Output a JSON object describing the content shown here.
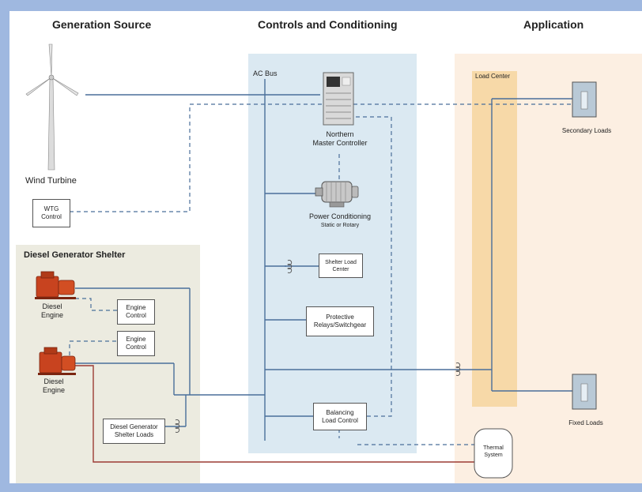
{
  "headers": {
    "generation": "Generation Source",
    "controls": "Controls and Conditioning",
    "application": "Application"
  },
  "zones": {
    "diesel_shelter": "Diesel Generator Shelter",
    "ac_bus": "AC Bus",
    "load_center": "Load Center"
  },
  "components": {
    "wind_turbine": "Wind Turbine",
    "wtg_control": [
      "WTG",
      "Control"
    ],
    "diesel_engine_1": [
      "Diesel",
      "Engine"
    ],
    "diesel_engine_2": [
      "Diesel",
      "Engine"
    ],
    "engine_control_1": [
      "Engine",
      "Control"
    ],
    "engine_control_2": [
      "Engine",
      "Control"
    ],
    "shelter_loads": [
      "Diesel Generator",
      "Shelter Loads"
    ],
    "master_controller": [
      "Northern",
      "Master Controller"
    ],
    "power_conditioning": "Power Conditioning",
    "power_conditioning_sub": "Static or Rotary",
    "shelter_load_center": [
      "Shelter Load",
      "Center"
    ],
    "protective_relays": [
      "Protective",
      "Relays/Switchgear"
    ],
    "balancing_load": [
      "Balancing",
      "Load Control"
    ],
    "thermal_system": [
      "Thermal",
      "System"
    ],
    "secondary_loads": "Secondary Loads",
    "fixed_loads": "Fixed Loads"
  },
  "colors": {
    "frame": "#9fb8e0",
    "canvas": "#ffffff",
    "shelter_bg": "#ecebe0",
    "controls_bg": "#dbe9f2",
    "application_bg": "#fcefe2",
    "load_center": "#f7d9a8",
    "power_line": "#4a6f9a",
    "thermal_line": "#9c3b34",
    "engine": "#c8431f"
  }
}
